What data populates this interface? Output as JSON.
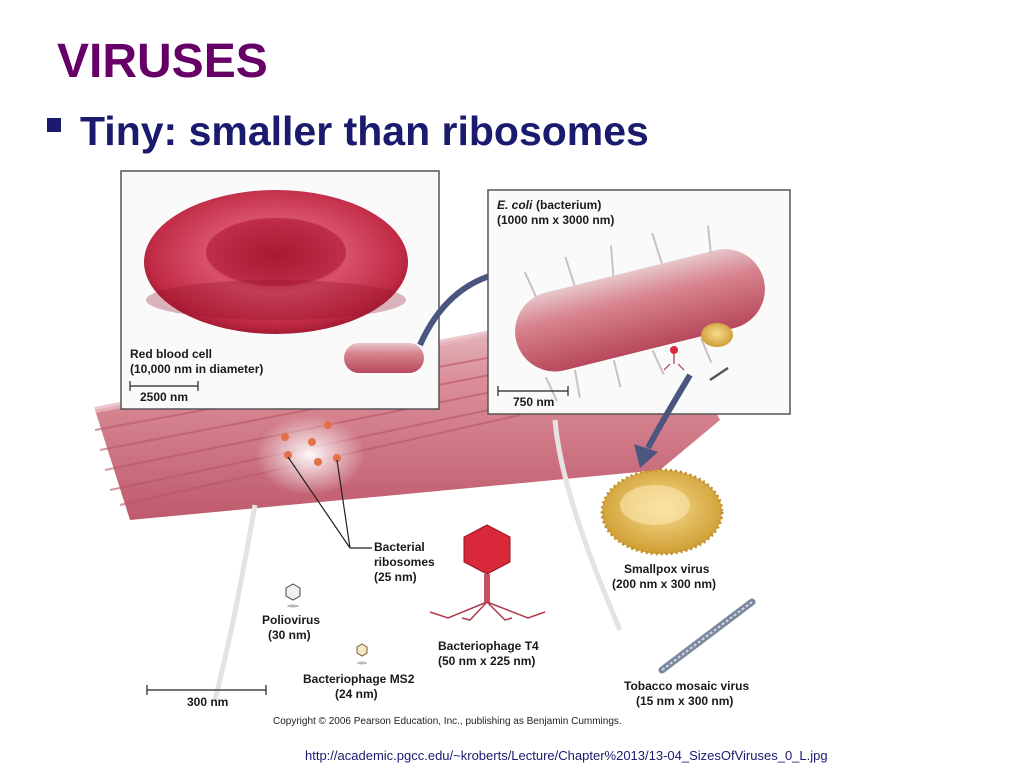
{
  "title": "VIRUSES",
  "bullet": "Tiny: smaller than ribosomes",
  "labels": {
    "rbc_line1": "Red blood cell",
    "rbc_line2": "(10,000 nm in diameter)",
    "scale_rbc": "2500 nm",
    "ecoli_name": "E. coli",
    "ecoli_rest": " (bacterium)",
    "ecoli_line2": "(1000 nm x 3000 nm)",
    "scale_ecoli": "750 nm",
    "ribo_line1": "Bacterial",
    "ribo_line2": "ribosomes",
    "ribo_line3": "(25 nm)",
    "polio_line1": "Poliovirus",
    "polio_line2": "(30 nm)",
    "t4_line1": "Bacteriophage T4",
    "t4_line2": "(50 nm x 225 nm)",
    "ms2_line1": "Bacteriophage MS2",
    "ms2_line2": "(24 nm)",
    "smallpox_line1": "Smallpox virus",
    "smallpox_line2": "(200 nm x 300 nm)",
    "tmv_line1": "Tobacco mosaic virus",
    "tmv_line2": "(15 nm x 300 nm)",
    "scale_main": "300 nm"
  },
  "copyright": "Copyright © 2006 Pearson Education, Inc., publishing as Benjamin Cummings.",
  "source_url": "http://academic.pgcc.edu/~kroberts/Lecture/Chapter%2013/13-04_SizesOfViruses_0_L.jpg",
  "colors": {
    "title": "#660066",
    "bullet_text": "#1a1a6e",
    "cell_red": "#c8324a",
    "bacterium_pink": "#d9727e",
    "smallpox_yellow": "#e9c25a",
    "phage_red": "#d8283a"
  }
}
